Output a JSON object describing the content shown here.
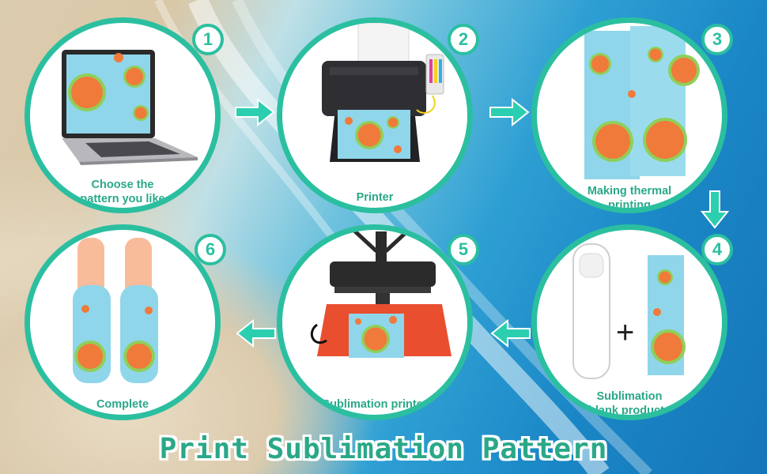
{
  "colors": {
    "accent": "#2bbfa0",
    "caption": "#2aa888",
    "pattern_bg": "#8fd6ea",
    "melon": "#f07a3a",
    "rind": "#8fcf5a"
  },
  "steps": [
    {
      "number": "1",
      "caption_line1": "Choose the",
      "caption_line2": "pattern you like",
      "icon": "laptop-icon"
    },
    {
      "number": "2",
      "caption_line1": "Printer",
      "caption_line2": "",
      "icon": "printer-icon"
    },
    {
      "number": "3",
      "caption_line1": "Making thermal",
      "caption_line2": "printing",
      "icon": "transfer-paper-icon"
    },
    {
      "number": "4",
      "caption_line1": "Sublimation",
      "caption_line2": "blank products",
      "icon": "blank-sleeve-icon"
    },
    {
      "number": "5",
      "caption_line1": "Sublimation printer",
      "caption_line2": "",
      "icon": "heat-press-icon"
    },
    {
      "number": "6",
      "caption_line1": "Complete",
      "caption_line2": "",
      "icon": "popsicle-sleeve-icon"
    }
  ],
  "plus_sign": "+",
  "title": "Print Sublimation Pattern"
}
